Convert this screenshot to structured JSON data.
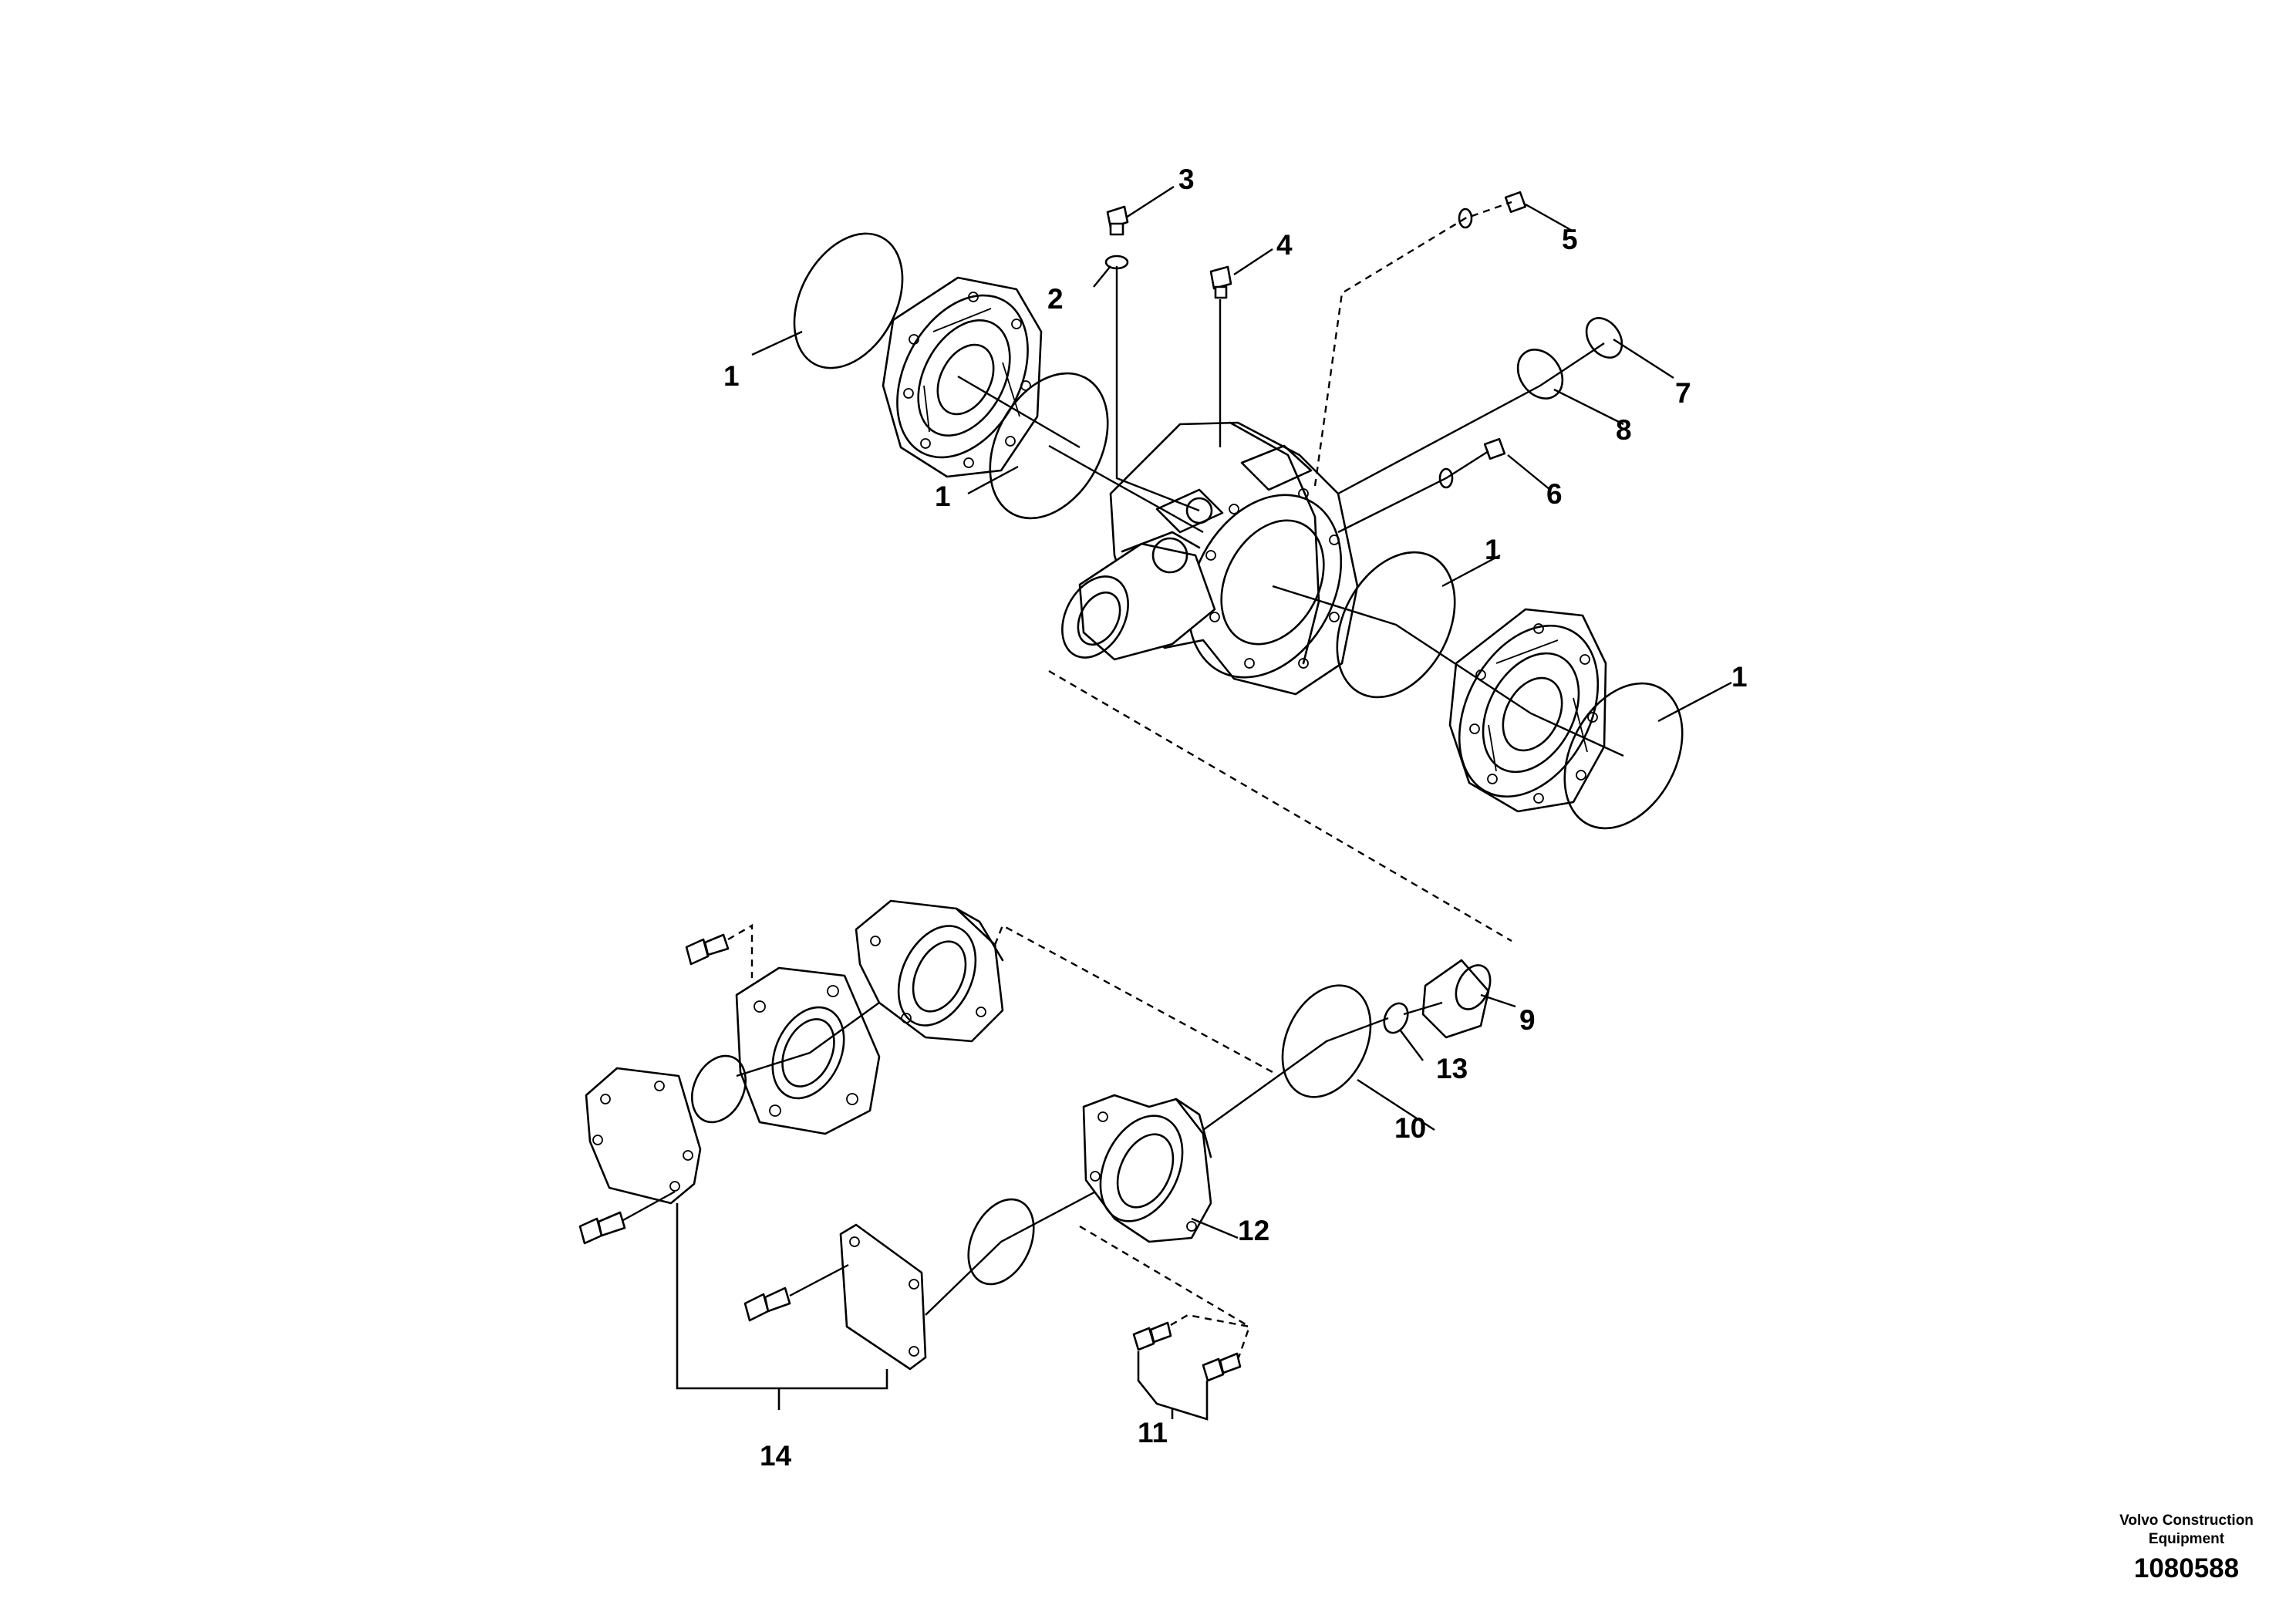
{
  "callouts": {
    "c1a": "1",
    "c1b": "1",
    "c1c": "1",
    "c1d": "1",
    "c2": "2",
    "c3": "3",
    "c4": "4",
    "c5": "5",
    "c6": "6",
    "c7": "7",
    "c8": "8",
    "c9": "9",
    "c10": "10",
    "c11": "11",
    "c12": "12",
    "c13": "13",
    "c14": "14"
  },
  "reference": {
    "company_line1": "Volvo Construction",
    "company_line2": "Equipment",
    "drawing_number": "1080588"
  }
}
